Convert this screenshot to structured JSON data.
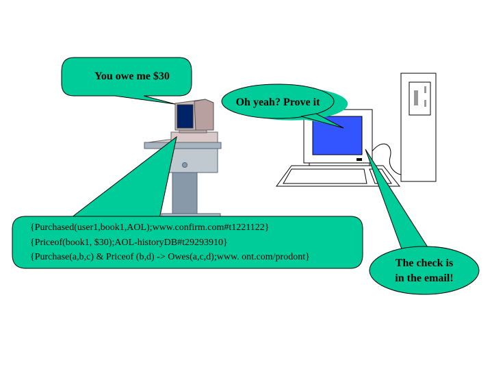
{
  "colors": {
    "bubble": "#00cc99",
    "screen_blue": "#3355ff",
    "screen_navy": "#002266",
    "machine_gray": "#c0c8d0",
    "pedestal": "#8899aa",
    "monitor_case": "#c8b8b8"
  },
  "bubbles": {
    "owe": "You owe me $30",
    "prove": "Oh yeah? Prove it",
    "check_line1": "The check is",
    "check_line2": "in the email!"
  },
  "proof_lines": [
    "{Purchased(user1,book1,AOL);www.confirm.com#t1221122}",
    "{Priceof(book1, $30);AOL-historyDB#t29293910}",
    "{Purchase(a,b,c) &  Priceof (b,d) -> Owes(a,c,d);www.  ont.com/prodont}"
  ],
  "icons": {
    "left": "desktop-computer-on-stand-icon",
    "right": "desktop-computer-with-tower-icon"
  }
}
